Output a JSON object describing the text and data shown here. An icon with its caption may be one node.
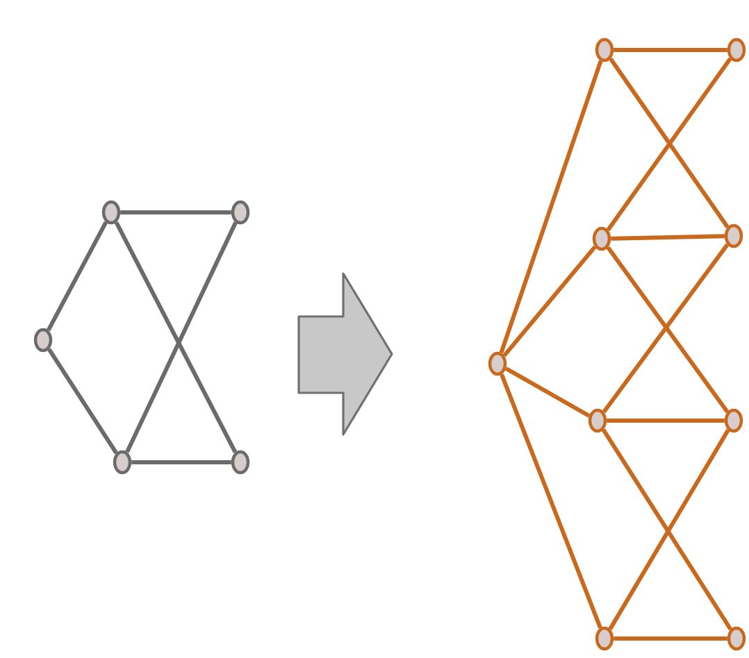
{
  "diagram": {
    "nodes": [
      {
        "text": [],
        "shape": "circle"
      },
      {
        "text": [],
        "shape": "circle"
      },
      {
        "text": [],
        "shape": "circle"
      },
      {
        "text": [],
        "shape": "circle"
      },
      {
        "text": [],
        "shape": "circle"
      },
      {
        "text": [],
        "shape": "circle"
      },
      {
        "text": [],
        "shape": "circle"
      },
      {
        "text": [],
        "shape": "circle"
      },
      {
        "text": [],
        "shape": "circle"
      },
      {
        "text": [],
        "shape": "circle"
      },
      {
        "text": [],
        "shape": "circle"
      },
      {
        "text": [],
        "shape": "circle"
      },
      {
        "text": [],
        "shape": "circle"
      },
      {
        "text": [],
        "shape": "circle"
      }
    ],
    "edges": [
      {
        "from": 0,
        "to": 1,
        "arrow": "none",
        "color": "#6b6b6b"
      },
      {
        "from": 0,
        "to": 2,
        "arrow": "none",
        "color": "#6b6b6b"
      },
      {
        "from": 1,
        "to": 3,
        "arrow": "none",
        "color": "#6b6b6b"
      },
      {
        "from": 2,
        "to": 4,
        "arrow": "none",
        "color": "#6b6b6b"
      },
      {
        "from": 1,
        "to": 4,
        "arrow": "none",
        "color": "#6b6b6b"
      },
      {
        "from": 3,
        "to": 2,
        "arrow": "none",
        "color": "#6b6b6b"
      },
      {
        "from": 5,
        "to": 6,
        "arrow": "none"
      },
      {
        "from": 5,
        "to": 7,
        "arrow": "none"
      },
      {
        "from": 5,
        "to": 8,
        "arrow": "none"
      },
      {
        "from": 5,
        "to": 9,
        "arrow": "none"
      },
      {
        "from": 6,
        "to": 10,
        "arrow": "none"
      },
      {
        "from": 7,
        "to": 11,
        "arrow": "none"
      },
      {
        "from": 8,
        "to": 12,
        "arrow": "none"
      },
      {
        "from": 9,
        "to": 13,
        "arrow": "none"
      },
      {
        "from": 6,
        "to": 11,
        "arrow": "none"
      },
      {
        "from": 10,
        "to": 7,
        "arrow": "none"
      },
      {
        "from": 7,
        "to": 12,
        "arrow": "none"
      },
      {
        "from": 11,
        "to": 8,
        "arrow": "none"
      },
      {
        "from": 8,
        "to": 13,
        "arrow": "none"
      },
      {
        "from": 12,
        "to": 9,
        "arrow": "none"
      }
    ]
  }
}
